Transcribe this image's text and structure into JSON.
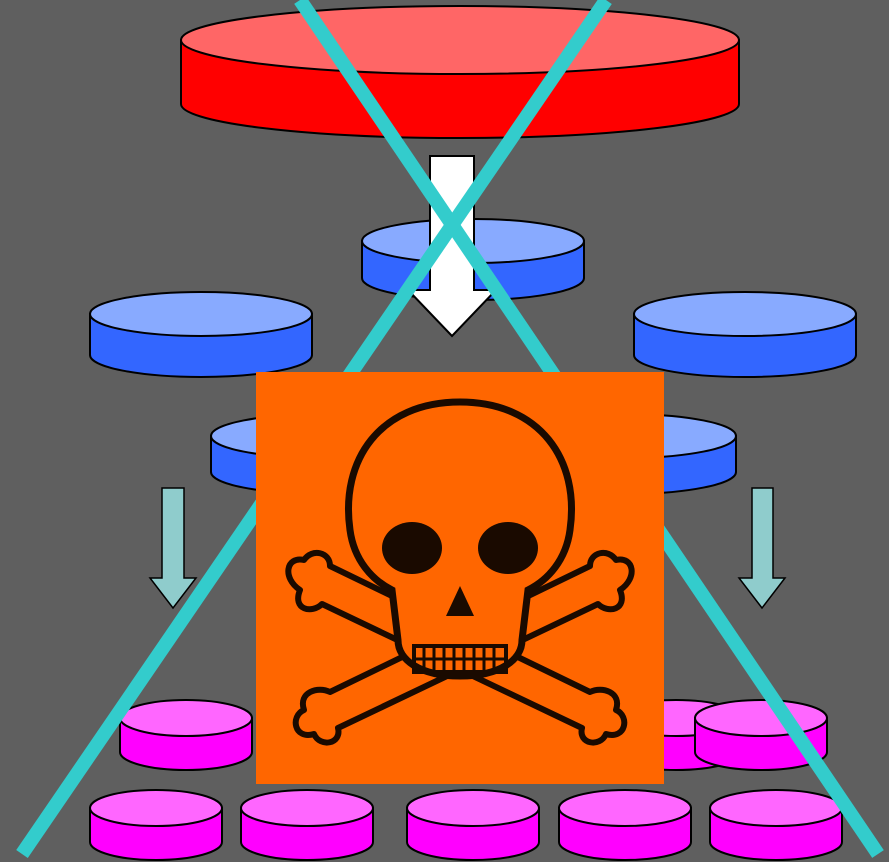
{
  "diagram": {
    "background_color": "#5f5f5f",
    "top_disk": {
      "color": "#ff0000",
      "top_color": "#ff6666",
      "count": 1
    },
    "blue_disks": {
      "color": "#3366ff",
      "top_color": "#88aaff",
      "count": 5
    },
    "magenta_disks": {
      "color": "#ff00ff",
      "top_color": "#ff66ff",
      "count": 8
    },
    "main_arrow": {
      "color": "#ffffff",
      "direction": "down"
    },
    "side_arrows": {
      "color": "#8fcccc",
      "direction": "down",
      "count": 2
    },
    "cross_out": {
      "color": "#33cccc",
      "shape": "X"
    },
    "hazard_sign": {
      "icon": "skull-and-crossbones-icon",
      "background": "#ff6600",
      "ink": "#1a0a00"
    }
  }
}
